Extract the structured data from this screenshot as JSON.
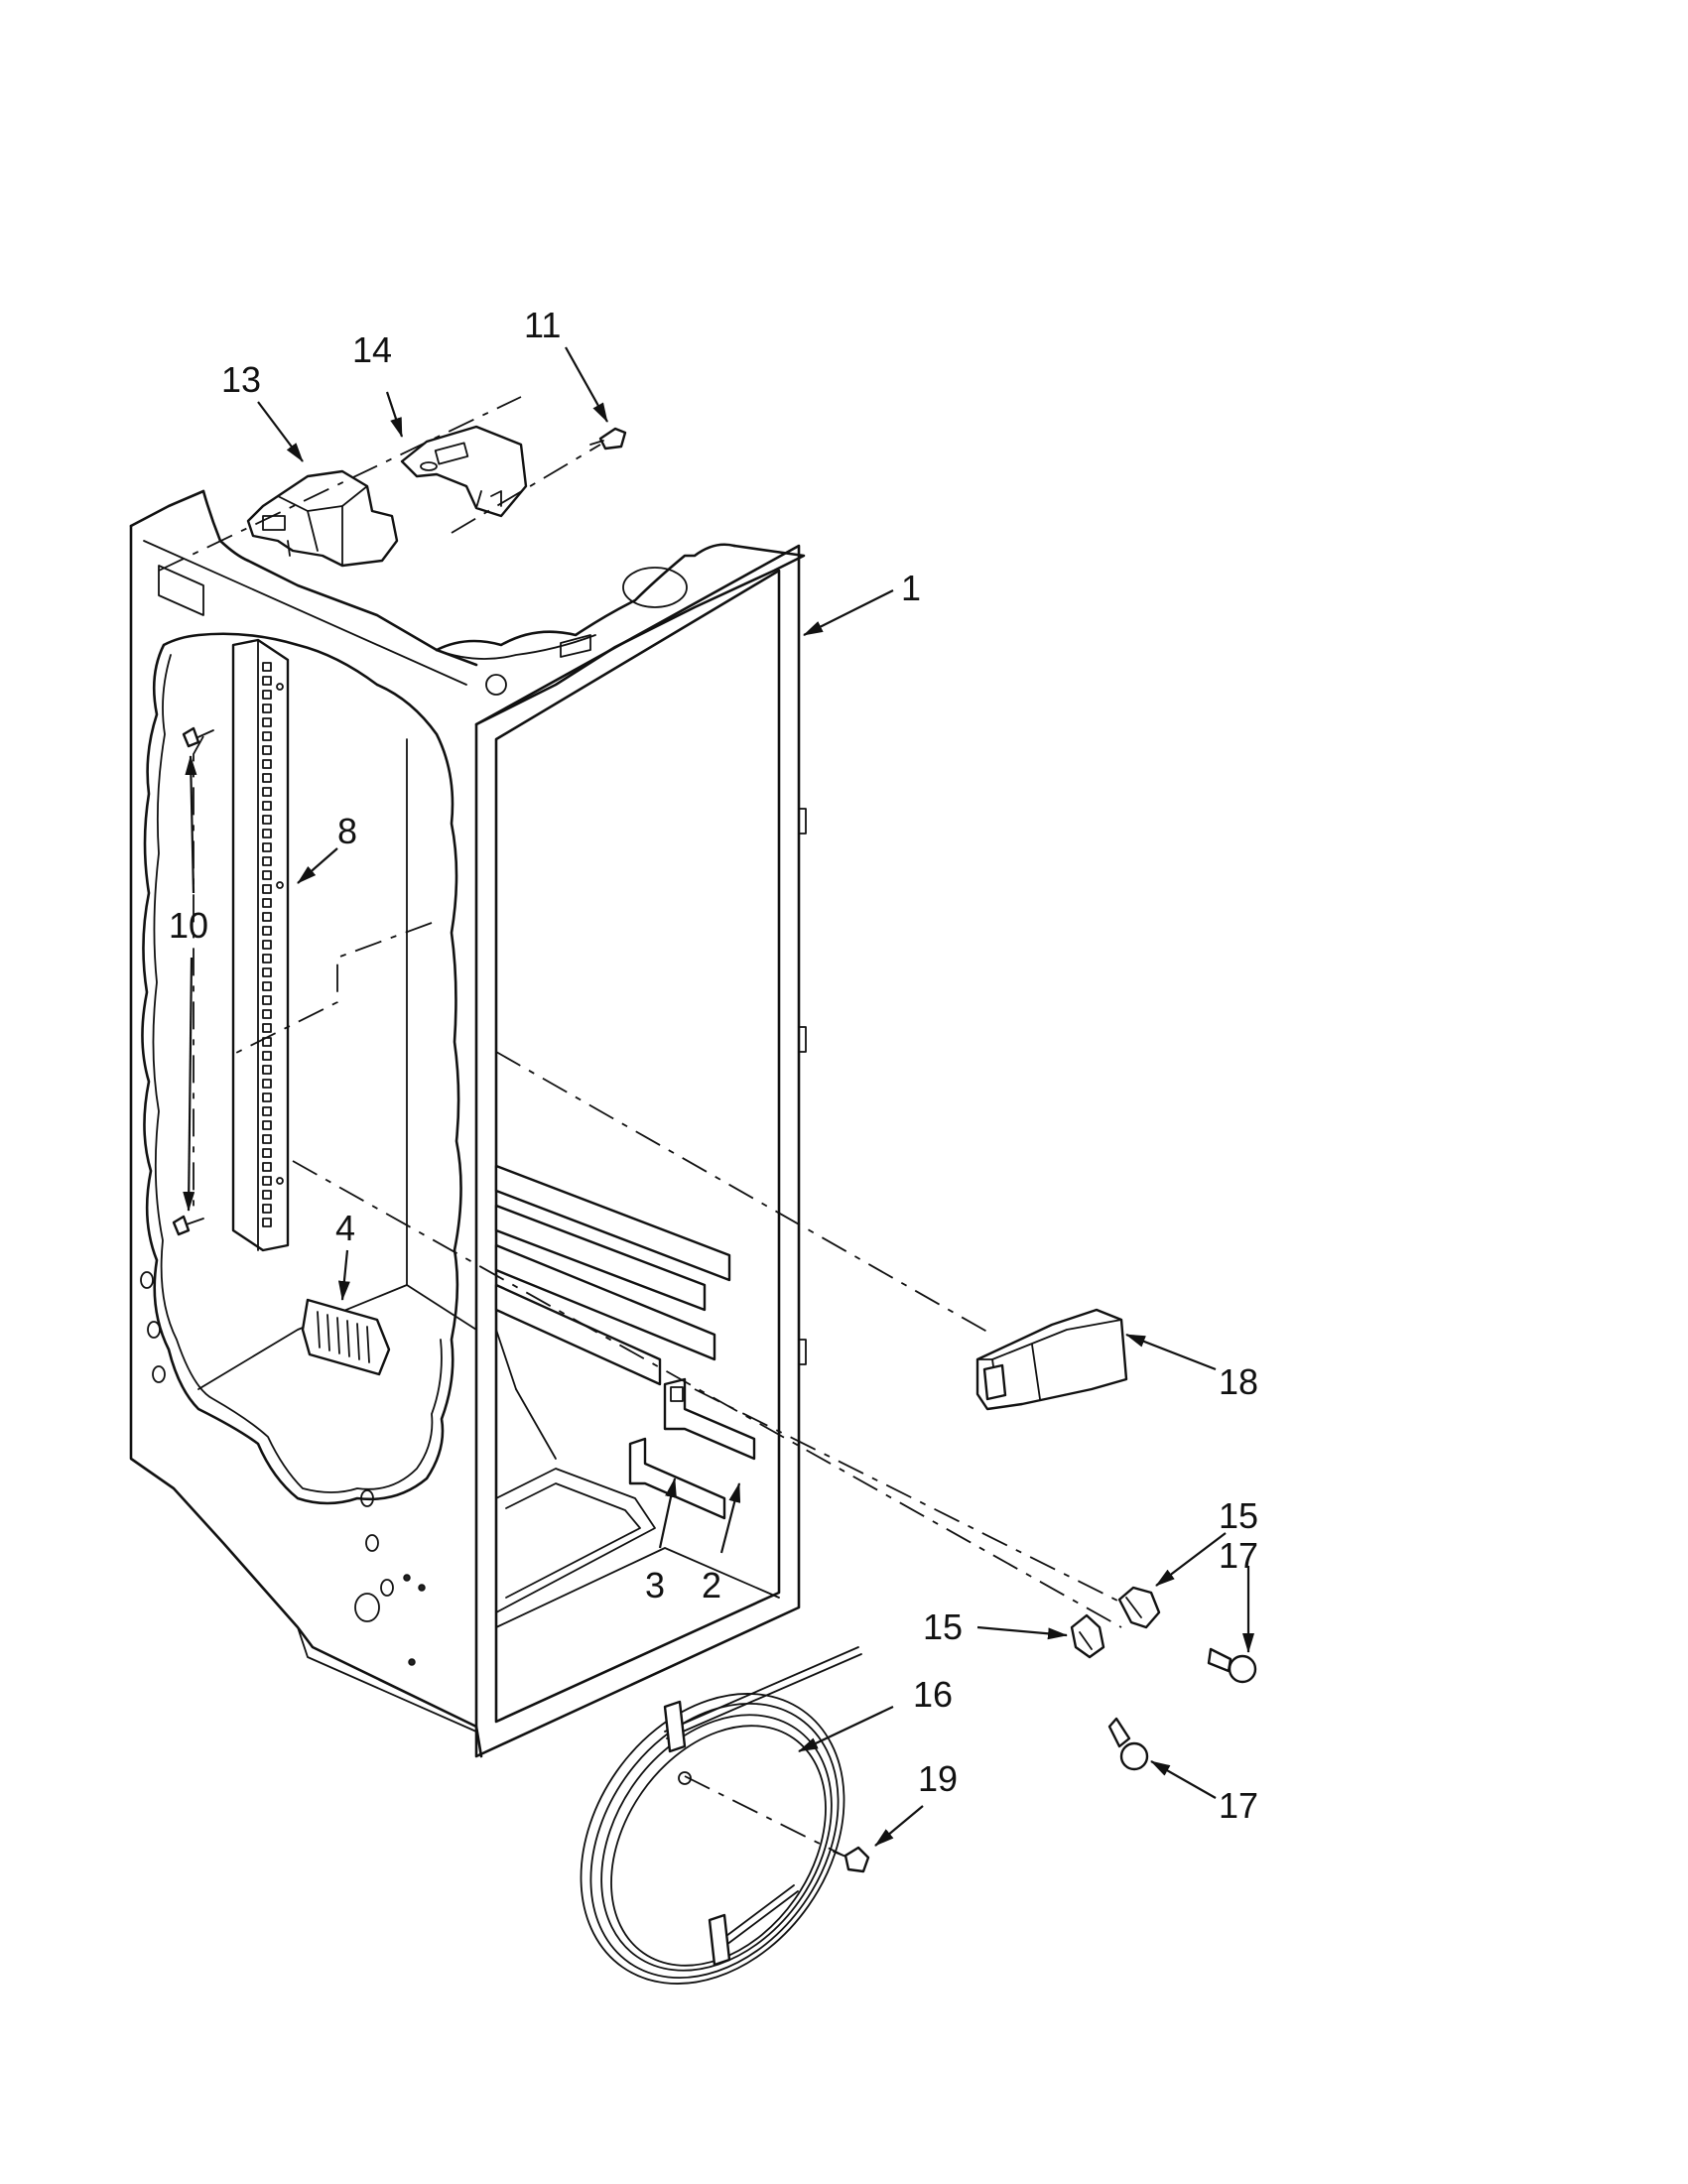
{
  "callouts": {
    "c1": "1",
    "c2": "2",
    "c3": "3",
    "c4": "4",
    "c8": "8",
    "c10": "10",
    "c11": "11",
    "c13": "13",
    "c14": "14",
    "c15a": "15",
    "c17a": "17",
    "c15b": "15",
    "c16": "16",
    "c17b": "17",
    "c18": "18",
    "c19": "19"
  },
  "icons": {
    "arrowhead": "arrowhead-icon"
  }
}
